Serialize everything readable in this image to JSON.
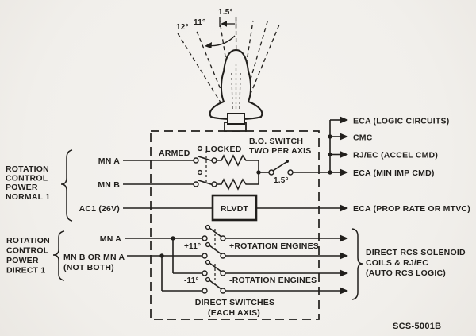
{
  "colors": {
    "ink": "#211f1c",
    "paper": "#f3f1ee"
  },
  "header": {
    "deg12": "12°",
    "deg11": "11°",
    "deg15": "1.5°"
  },
  "normal": {
    "group_label": [
      "ROTATION",
      "CONTROL",
      "POWER",
      "NORMAL 1"
    ],
    "mna": "MN A",
    "mnb": "MN B",
    "ac": "AC1 (26V)",
    "armed": "ARMED",
    "locked": "LOCKED",
    "bo1": "B.O. SWITCH",
    "bo2": "TWO PER AXIS",
    "bo_deg": "1.5°",
    "rlvdt": "RLVDT",
    "outputs": [
      "ECA (LOGIC CIRCUITS)",
      "CMC",
      "RJ/EC (ACCEL CMD)",
      "ECA (MIN IMP CMD)"
    ],
    "prop_out": "ECA (PROP RATE OR MTVC)"
  },
  "direct": {
    "group_label": [
      "ROTATION",
      "CONTROL",
      "POWER",
      "DIRECT 1"
    ],
    "mna": "MN A",
    "mnb1": "MN B OR MN A",
    "mnb2": "(NOT BOTH)",
    "plus_deg": "+11°",
    "minus_deg": "-11°",
    "plus_out": "+ROTATION ENGINES",
    "minus_out": "-ROTATION ENGINES",
    "caption1": "DIRECT SWITCHES",
    "caption2": "(EACH AXIS)",
    "outputs": [
      "DIRECT RCS SOLENOID",
      "COILS & RJ/EC",
      "(AUTO RCS LOGIC)"
    ]
  },
  "footer": {
    "code": "SCS-5001B"
  }
}
